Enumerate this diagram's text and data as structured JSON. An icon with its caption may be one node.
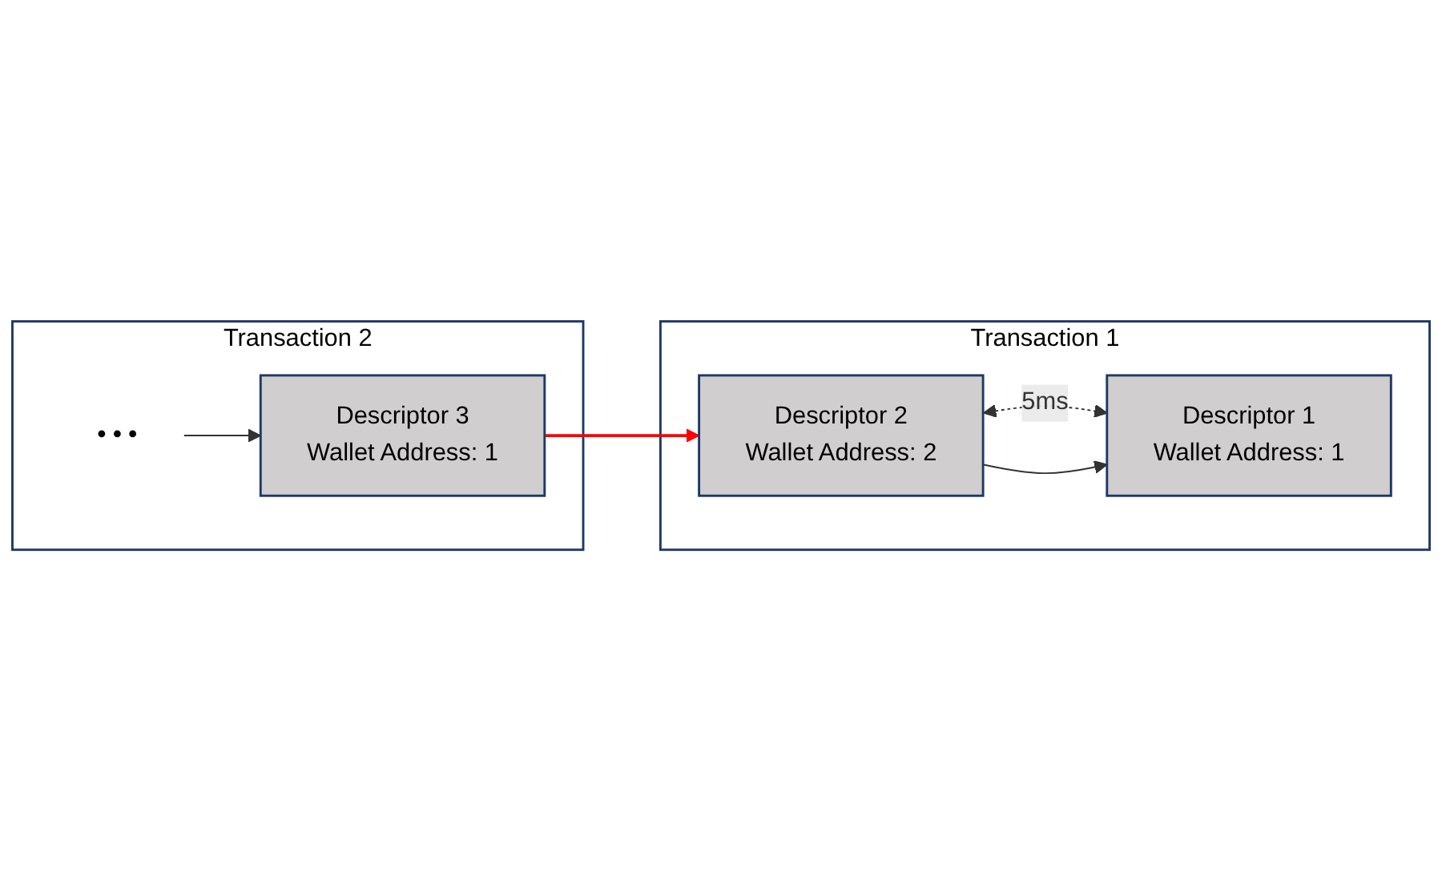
{
  "diagram": {
    "nodes": [
      {
        "text": [
          "Transaction 1"
        ]
      },
      {
        "text": [
          "Descriptor 1",
          "Wallet Address: 1"
        ],
        "in": 0
      },
      {
        "text": [
          "Descriptor 2",
          "Wallet Address: 2"
        ],
        "in": 0
      },
      {
        "text": [
          "Transaction 2"
        ]
      },
      {
        "text": [
          "Descriptor 3",
          "Wallet Address: 1"
        ],
        "in": 3
      },
      {
        "text": [
          "• • •"
        ],
        "in": 3
      }
    ],
    "edges": [
      {
        "from": 2,
        "to": 1,
        "arrow": "both",
        "style": "dashed",
        "label": "5ms"
      },
      {
        "from": 2,
        "to": 1,
        "arrow": "to"
      },
      {
        "from": 4,
        "to": 2,
        "arrow": "to",
        "color": "#ff0000"
      },
      {
        "from": 5,
        "to": 4,
        "arrow": "to"
      }
    ]
  }
}
